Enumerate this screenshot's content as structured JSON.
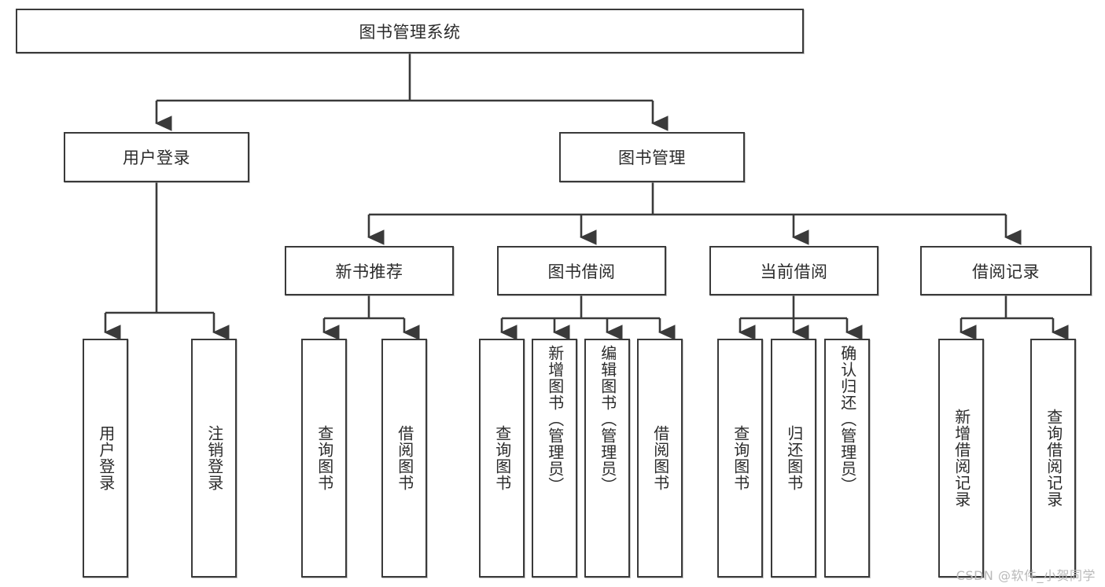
{
  "diagram": {
    "type": "tree-hierarchy-chart",
    "title_node": {
      "id": "root",
      "label": "图书管理系统"
    },
    "colors": {
      "box_border": "#3a3a3a",
      "box_fill": "#ffffff",
      "edge": "#3a3a3a",
      "text": "#2b2b2b",
      "watermark": "#b9b9b9",
      "background": "#ffffff"
    },
    "levels": [
      {
        "level": 1,
        "nodes": [
          {
            "id": "root",
            "label": "图书管理系统",
            "orientation": "horizontal"
          }
        ]
      },
      {
        "level": 2,
        "nodes": [
          {
            "id": "user-login",
            "label": "用户登录",
            "orientation": "horizontal",
            "parent": "root"
          },
          {
            "id": "book-mgmt",
            "label": "图书管理",
            "orientation": "horizontal",
            "parent": "root"
          }
        ]
      },
      {
        "level": 3,
        "nodes": [
          {
            "id": "new-book-recommend",
            "label": "新书推荐",
            "orientation": "horizontal",
            "parent": "book-mgmt"
          },
          {
            "id": "book-borrow",
            "label": "图书借阅",
            "orientation": "horizontal",
            "parent": "book-mgmt"
          },
          {
            "id": "current-borrow",
            "label": "当前借阅",
            "orientation": "horizontal",
            "parent": "book-mgmt"
          },
          {
            "id": "borrow-record",
            "label": "借阅记录",
            "orientation": "horizontal",
            "parent": "book-mgmt"
          }
        ]
      },
      {
        "level": 4,
        "nodes": [
          {
            "id": "leaf-user-login",
            "label": "用户登录",
            "orientation": "vertical",
            "parent": "user-login"
          },
          {
            "id": "leaf-logout",
            "label": "注销登录",
            "orientation": "vertical",
            "parent": "user-login"
          },
          {
            "id": "leaf-query-book-1",
            "label": "查询图书",
            "orientation": "vertical",
            "parent": "new-book-recommend"
          },
          {
            "id": "leaf-borrow-book-1",
            "label": "借阅图书",
            "orientation": "vertical",
            "parent": "new-book-recommend"
          },
          {
            "id": "leaf-query-book-2",
            "label": "查询图书",
            "orientation": "vertical",
            "parent": "book-borrow"
          },
          {
            "id": "leaf-add-book",
            "label": "新增图书（管理员）",
            "orientation": "vertical",
            "parent": "book-borrow"
          },
          {
            "id": "leaf-edit-book",
            "label": "编辑图书（管理员）",
            "orientation": "vertical",
            "parent": "book-borrow"
          },
          {
            "id": "leaf-borrow-book-2",
            "label": "借阅图书",
            "orientation": "vertical",
            "parent": "book-borrow"
          },
          {
            "id": "leaf-query-book-3",
            "label": "查询图书",
            "orientation": "vertical",
            "parent": "current-borrow"
          },
          {
            "id": "leaf-return-book",
            "label": "归还图书",
            "orientation": "vertical",
            "parent": "current-borrow"
          },
          {
            "id": "leaf-confirm-return",
            "label": "确认归还（管理员）",
            "orientation": "vertical",
            "parent": "current-borrow"
          },
          {
            "id": "leaf-add-record",
            "label": "新增借阅记录",
            "orientation": "vertical",
            "parent": "borrow-record"
          },
          {
            "id": "leaf-query-record",
            "label": "查询借阅记录",
            "orientation": "vertical",
            "parent": "borrow-record"
          }
        ]
      }
    ],
    "nodes_flat": {
      "root": "图书管理系统",
      "user_login": "用户登录",
      "book_mgmt": "图书管理",
      "new_book_recommend": "新书推荐",
      "book_borrow": "图书借阅",
      "current_borrow": "当前借阅",
      "borrow_record": "借阅记录",
      "leaf_user_login": "用户登录",
      "leaf_logout": "注销登录",
      "leaf_query_book_1": "查询图书",
      "leaf_borrow_book_1": "借阅图书",
      "leaf_query_book_2": "查询图书",
      "leaf_add_book": "新增图书（管理员）",
      "leaf_edit_book": "编辑图书（管理员）",
      "leaf_borrow_book_2": "借阅图书",
      "leaf_query_book_3": "查询图书",
      "leaf_return_book": "归还图书",
      "leaf_confirm_return": "确认归还（管理员）",
      "leaf_add_record": "新增借阅记录",
      "leaf_query_record": "查询借阅记录"
    },
    "edges": [
      {
        "from": "root",
        "to": "user-login"
      },
      {
        "from": "root",
        "to": "book-mgmt"
      },
      {
        "from": "user-login",
        "to": "leaf-user-login"
      },
      {
        "from": "user-login",
        "to": "leaf-logout"
      },
      {
        "from": "book-mgmt",
        "to": "new-book-recommend"
      },
      {
        "from": "book-mgmt",
        "to": "book-borrow"
      },
      {
        "from": "book-mgmt",
        "to": "current-borrow"
      },
      {
        "from": "book-mgmt",
        "to": "borrow-record"
      },
      {
        "from": "new-book-recommend",
        "to": "leaf-query-book-1"
      },
      {
        "from": "new-book-recommend",
        "to": "leaf-borrow-book-1"
      },
      {
        "from": "book-borrow",
        "to": "leaf-query-book-2"
      },
      {
        "from": "book-borrow",
        "to": "leaf-add-book"
      },
      {
        "from": "book-borrow",
        "to": "leaf-edit-book"
      },
      {
        "from": "book-borrow",
        "to": "leaf-borrow-book-2"
      },
      {
        "from": "current-borrow",
        "to": "leaf-query-book-3"
      },
      {
        "from": "current-borrow",
        "to": "leaf-return-book"
      },
      {
        "from": "current-borrow",
        "to": "leaf-confirm-return"
      },
      {
        "from": "borrow-record",
        "to": "leaf-add-record"
      },
      {
        "from": "borrow-record",
        "to": "leaf-query-record"
      }
    ]
  },
  "watermark": {
    "text": "CSDN @软件_小贺同学"
  }
}
